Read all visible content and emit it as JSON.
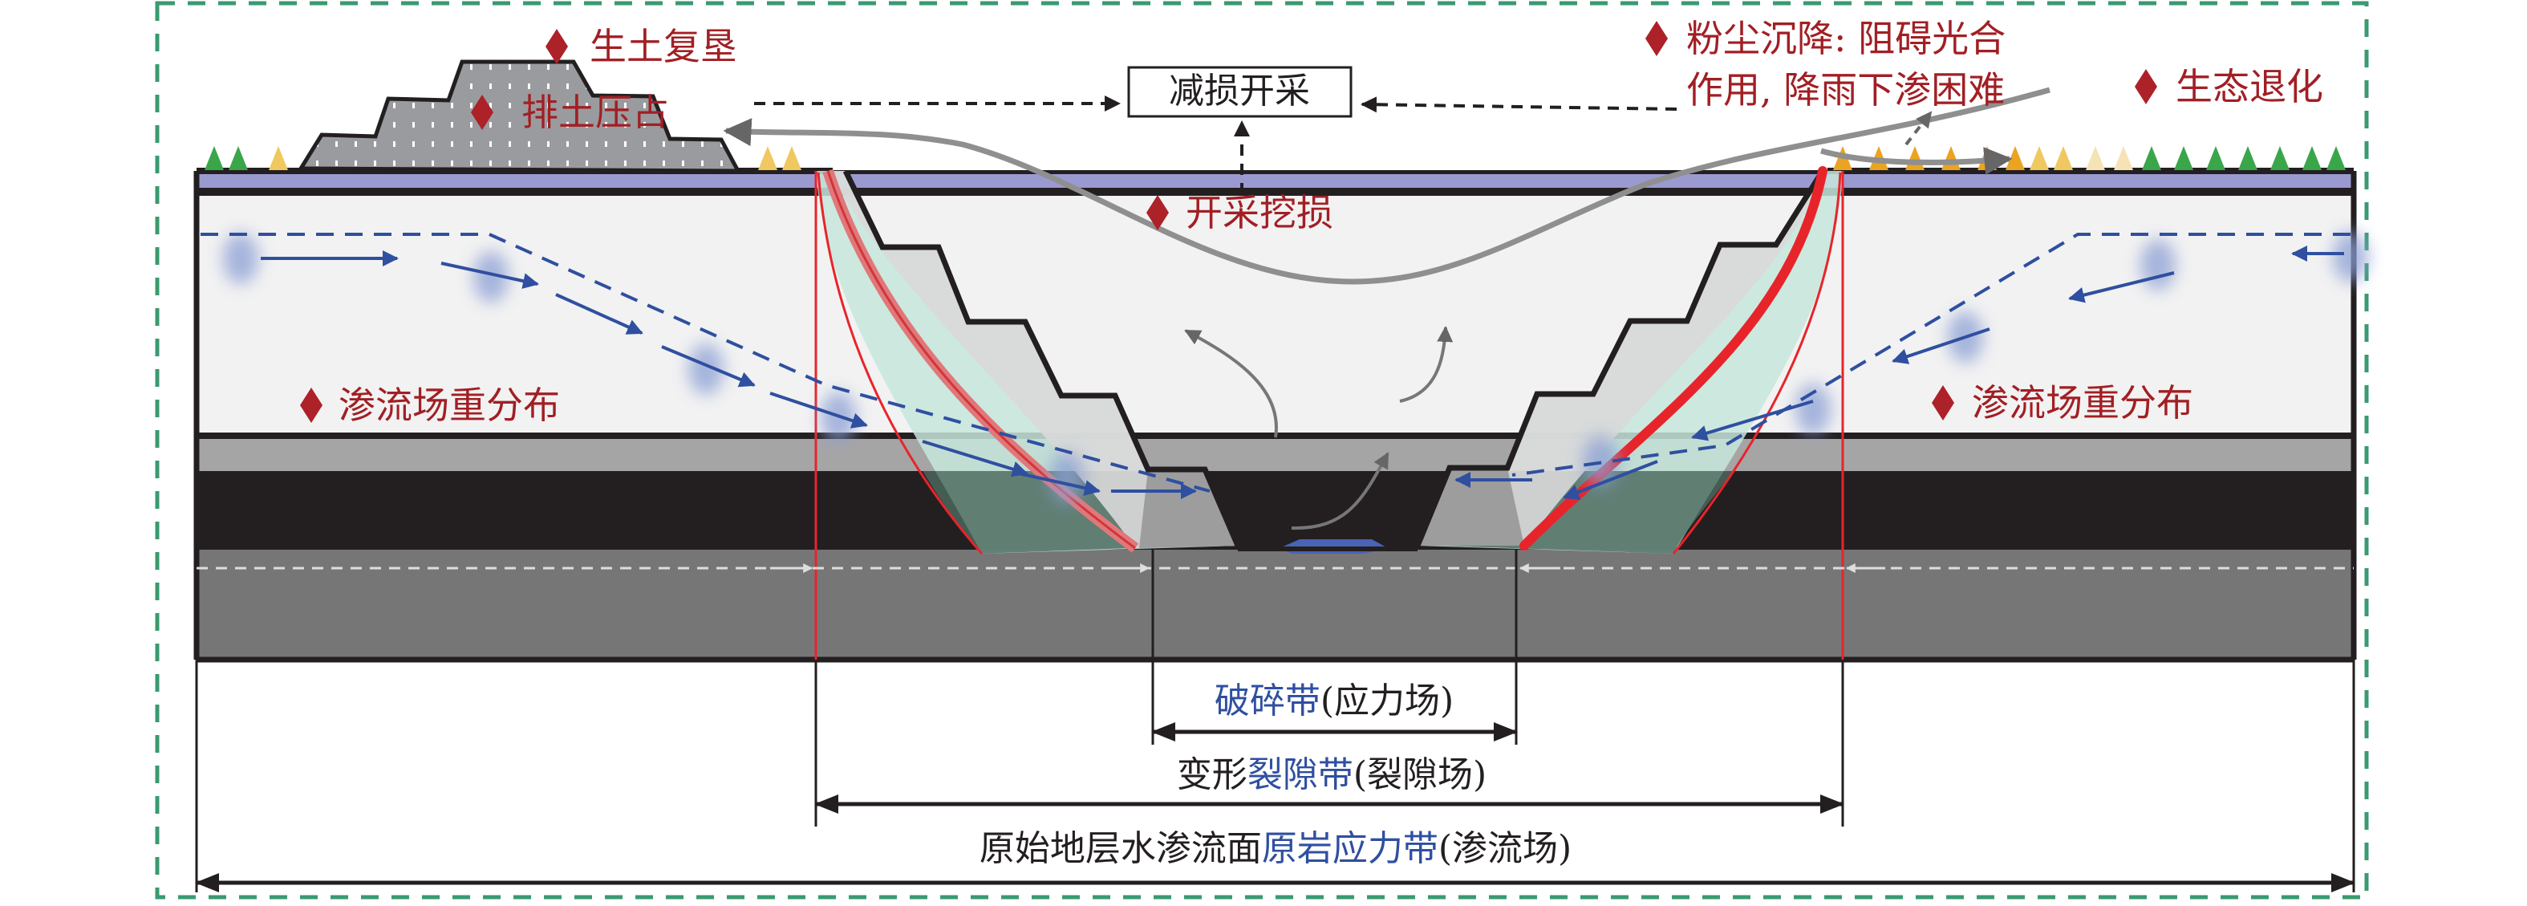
{
  "box_label": "减损开采",
  "labels": {
    "reclaim": "生土复垦",
    "dump": "排土压占",
    "excavation": "开采挖损",
    "dust_line1": "粉尘沉降: 阻碍光合",
    "dust_line2": "作用, 降雨下渗困难",
    "eco": "生态退化",
    "seepage_left": "渗流场重分布",
    "seepage_right": "渗流场重分布"
  },
  "dimensions": {
    "broken_zone": {
      "blue": "破碎带",
      "black": "(应力场)"
    },
    "fracture_zone": {
      "prefix": "变形",
      "blue": "裂隙带",
      "suffix": "(裂隙场)"
    },
    "original_zone": {
      "prefix": "原始地层水渗流面",
      "blue": "原岩应力带",
      "suffix": "(渗流场)"
    }
  },
  "colors": {
    "label_red": "#a11f24",
    "diamond": "#ad2129",
    "zone_blue": "#2f4fa0",
    "frame_green": "#3a9a70",
    "soil_purple": "#9b9ad0"
  }
}
